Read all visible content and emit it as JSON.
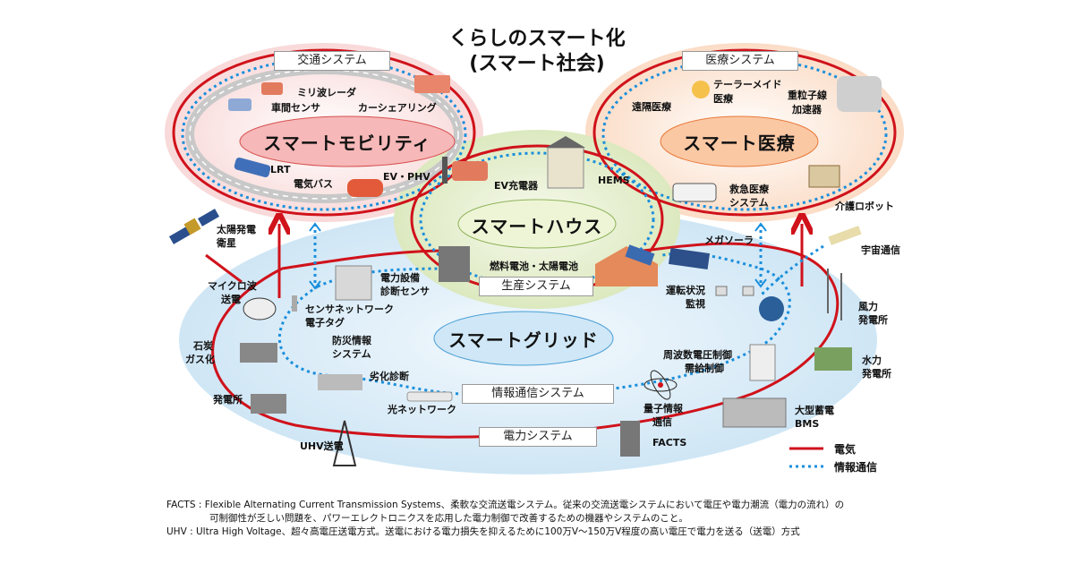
{
  "title": {
    "line1": "くらしのスマート化",
    "line2": "(スマート社会)"
  },
  "colors": {
    "electric_line": "#d0121b",
    "info_line": "#1a8fdc",
    "mobility_fill": "#fbe3e3",
    "medical_fill": "#fde6d6",
    "house_fill": "#e6efcf",
    "grid_fill": "#ddeef8"
  },
  "systems": {
    "transport": "交通システム",
    "medical": "医療システム",
    "production": "生産システム",
    "info_comm": "情報通信システム",
    "power": "電力システム"
  },
  "cores": {
    "mobility": "スマートモビリティ",
    "medical": "スマート医療",
    "house": "スマートハウス",
    "grid": "スマートグリッド"
  },
  "mobility_items": [
    "ミリ波レーダ",
    "車間センサ",
    "カーシェアリング",
    "LRT",
    "電気バス",
    "EV・PHV"
  ],
  "medical_items": [
    "テーラーメイド",
    "医療",
    "遠隔医療",
    "重粒子線",
    "加速器",
    "救急医療",
    "システム",
    "介護ロボット"
  ],
  "house_items": [
    "EV充電器",
    "HEMS",
    "燃料電池・太陽電池"
  ],
  "grid_items": {
    "satellite_1": "太陽発電",
    "satellite_2": "衛星",
    "microwave_1": "マイクロ波",
    "microwave_2": "送電",
    "diag_1": "電力設備",
    "diag_2": "診断センサ",
    "sensor_1": "センサネットワーク",
    "sensor_2": "電子タグ",
    "disaster_1": "防災情報",
    "disaster_2": "システム",
    "coal_1": "石炭",
    "coal_2": "ガス化",
    "degradation": "劣化診断",
    "plant": "発電所",
    "optical": "光ネットワーク",
    "uhv": "UHV送電",
    "mega_solar": "メガソーラ",
    "operation_1": "運転状況",
    "operation_2": "監視",
    "space_comm": "宇宙通信",
    "wind_1": "風力",
    "wind_2": "発電所",
    "freq_1": "周波数電圧制御",
    "freq_2": "需給制御",
    "hydro_1": "水力",
    "hydro_2": "発電所",
    "quantum_1": "量子情報",
    "quantum_2": "通信",
    "storage_1": "大型蓄電",
    "storage_2": "BMS",
    "facts": "FACTS"
  },
  "legend": {
    "electric": "電気",
    "info": "情報通信"
  },
  "footnotes": {
    "facts_line1": "FACTS : Flexible Alternating Current Transmission Systems、柔軟な交流送電システム。従来の交流送電システムにおいて電圧や電力潮流（電力の流れ）の",
    "facts_line2": "可制御性が乏しい問題を、パワーエレクトロニクスを応用した電力制御で改善するための機器やシステムのこと。",
    "uhv_line": "UHV : Ultra High Voltage、超々高電圧送電方式。送電における電力損失を抑えるために100万V～150万V程度の高い電圧で電力を送る（送電）方式"
  }
}
